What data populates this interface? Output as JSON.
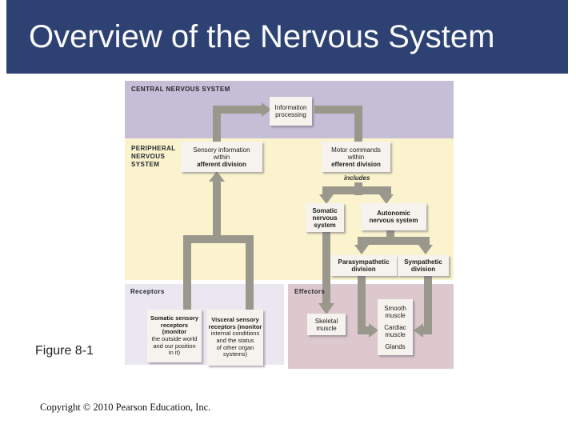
{
  "slide": {
    "title": "Overview of the Nervous System",
    "figure_label": "Figure 8-1",
    "copyright": "Copyright © 2010 Pearson Education, Inc."
  },
  "colors": {
    "header_bg": "#2d4272",
    "cns_region": "#c6bdd6",
    "pns_region": "#faf3ce",
    "receptors_region": "#eae7f1",
    "effectors_region": "#dcc8cd",
    "connector_gray": "#9a988c",
    "node_bg": "#f6f3ee"
  },
  "diagram": {
    "cns_label": "CENTRAL NERVOUS SYSTEM",
    "pns_label_lines": [
      "PERIPHERAL",
      "NERVOUS",
      "SYSTEM"
    ],
    "receptors_label": "Receptors",
    "effectors_label": "Effectors",
    "includes_label": "includes",
    "nodes": {
      "information_processing": {
        "lines": [
          "Information",
          "processing"
        ]
      },
      "sensory_afferent": {
        "lines": [
          "Sensory information",
          "within",
          "afferent division"
        ]
      },
      "motor_efferent": {
        "lines": [
          "Motor commands",
          "within",
          "efferent division"
        ]
      },
      "somatic_ns": {
        "lines": [
          "Somatic",
          "nervous",
          "system"
        ]
      },
      "autonomic_ns": {
        "lines": [
          "Autonomic",
          "nervous system"
        ]
      },
      "parasympathetic": {
        "lines": [
          "Parasympathetic",
          "division"
        ]
      },
      "sympathetic": {
        "lines": [
          "Sympathetic",
          "division"
        ]
      },
      "somatic_receptors": {
        "lines": [
          "Somatic sensory",
          "receptors (monitor",
          "the outside world",
          "and our position",
          "in it)"
        ]
      },
      "visceral_receptors": {
        "lines": [
          "Visceral sensory",
          "receptors (monitor",
          "internal conditions",
          "and the status",
          "of other organ",
          "systems)"
        ]
      },
      "skeletal_muscle": {
        "lines": [
          "Skeletal",
          "muscle"
        ]
      },
      "effector_targets": {
        "items": [
          "Smooth muscle",
          "Cardiac muscle",
          "Glands"
        ]
      }
    }
  }
}
